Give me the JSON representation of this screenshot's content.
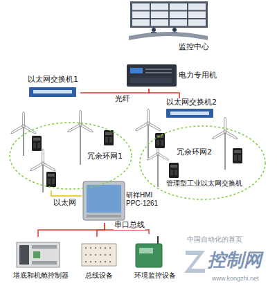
{
  "diagram": {
    "nodes": [
      {
        "text": [
          "监控中心"
        ]
      },
      {
        "text": [
          "电力专用机"
        ]
      },
      {
        "text": [
          "以太网交换机1"
        ]
      },
      {
        "text": [
          "以太网交换机2"
        ]
      },
      {
        "text": [
          "冗余环网1"
        ]
      },
      {
        "text": [
          "冗余环网2"
        ]
      },
      {
        "text": [
          "管理型工业以太网交换机"
        ],
        "in": 5
      },
      {
        "text": [
          "研祥HMI PPC-1261"
        ]
      },
      {
        "text": [
          "塔底和机舱控制器"
        ]
      },
      {
        "text": [
          "总线设备"
        ]
      },
      {
        "text": [
          "环境监控设备"
        ]
      }
    ],
    "edges": [
      {
        "from": 1,
        "to": 2,
        "arrow": "none",
        "label": "光纤"
      },
      {
        "from": 1,
        "to": 3,
        "arrow": "none"
      },
      {
        "from": 4,
        "to": 7,
        "arrow": "none",
        "label": "以太网"
      },
      {
        "from": 7,
        "to": 8,
        "arrow": "none"
      },
      {
        "from": 7,
        "to": 9,
        "arrow": "none",
        "label": "串口总线"
      },
      {
        "from": 7,
        "to": 10,
        "arrow": "none"
      }
    ],
    "labels": [
      "中国自动化的首页",
      "控制网",
      "www.kongzhi.net"
    ]
  }
}
